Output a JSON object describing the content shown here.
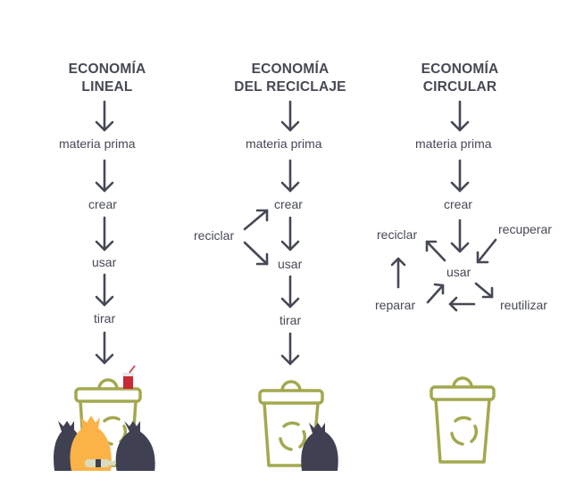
{
  "colors": {
    "text": "#464955",
    "bin": "#a3a84f",
    "bag_dark": "#3f4152",
    "bag_orange": "#fbb347",
    "cup": "#c62a36"
  },
  "columns": [
    {
      "title_line1": "ECONOMÍA",
      "title_line2": "LINEAL",
      "steps": [
        "materia prima",
        "crear",
        "usar",
        "tirar"
      ],
      "icon": "trash-bin-with-garbage-bags-icon"
    },
    {
      "title_line1": "ECONOMÍA",
      "title_line2": "DEL RECICLAJE",
      "steps": [
        "materia prima",
        "crear",
        "usar",
        "tirar"
      ],
      "side_label": "reciclar",
      "icon": "recycle-bin-with-bag-icon"
    },
    {
      "title_line1": "ECONOMÍA",
      "title_line2": "CIRCULAR",
      "steps": [
        "materia prima",
        "crear",
        "usar"
      ],
      "cycle": [
        "recuperar",
        "reutilizar",
        "reparar",
        "reciclar"
      ],
      "icon": "recycle-bin-icon"
    }
  ]
}
